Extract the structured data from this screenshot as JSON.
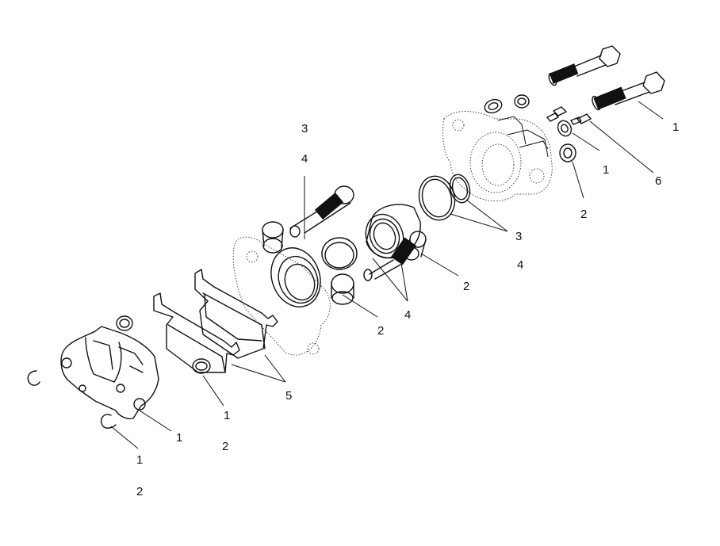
{
  "callouts": {
    "c1": "3",
    "c2": "4",
    "c3": "1",
    "c4": "1",
    "c5": "6",
    "c6": "2",
    "c7": "3",
    "c8": "4",
    "c9": "2",
    "c10": "4",
    "c11": "2",
    "c12": "5",
    "c13": "1",
    "c14": "2",
    "c15": "1",
    "c16": "1",
    "c17": "2"
  },
  "colors": {
    "line": "#111111",
    "background": "#ffffff"
  }
}
